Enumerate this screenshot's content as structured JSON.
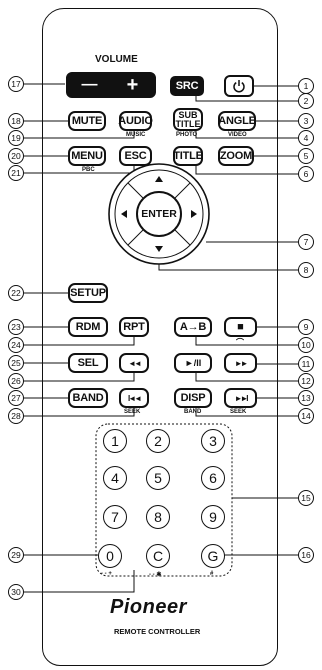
{
  "volume": {
    "label": "VOLUME",
    "minus": "—",
    "plus": "+"
  },
  "buttons": {
    "src": "SRC",
    "power_icon": "power-icon",
    "mute": "MUTE",
    "audio": "AUDIO",
    "audio_sub": "MUSIC",
    "subtitle_line1": "SUB",
    "subtitle_line2": "TITLE",
    "subtitle_sub": "PHOTO",
    "angle": "ANGLE",
    "angle_sub": "VIDEO",
    "menu": "MENU",
    "menu_sub": "PBC",
    "esc": "ESC",
    "title": "TITLE",
    "zoom": "ZOOM",
    "enter": "ENTER",
    "setup": "SETUP",
    "rdm": "RDM",
    "rpt": "RPT",
    "ab": "A→B",
    "stop": "■",
    "stop_sub": "⌒",
    "sel": "SEL",
    "rewind": "◄◄",
    "play_pause": "►/II",
    "fast_forward": "►►",
    "band": "BAND",
    "prev": "I◄◄",
    "prev_sub": "SEEK",
    "disp": "DISP",
    "disp_sub": "BAND",
    "next": "►►I",
    "next_sub": "SEEK"
  },
  "numpad": [
    "1",
    "2",
    "3",
    "4",
    "5",
    "6",
    "7",
    "8",
    "9"
  ],
  "bottom_keys": {
    "zero": "0",
    "zero_sub": "- - +",
    "clear": "C",
    "clear_sub": "- - ✱",
    "goto": "G",
    "goto_sub": "#"
  },
  "brand": {
    "logo": "Pioneer",
    "caption": "REMOTE CONTROLLER"
  },
  "callouts": [
    "1",
    "2",
    "3",
    "4",
    "5",
    "6",
    "7",
    "8",
    "9",
    "10",
    "11",
    "12",
    "13",
    "14",
    "15",
    "16",
    "17",
    "18",
    "19",
    "20",
    "21",
    "22",
    "23",
    "24",
    "25",
    "26",
    "27",
    "28",
    "29",
    "30"
  ]
}
